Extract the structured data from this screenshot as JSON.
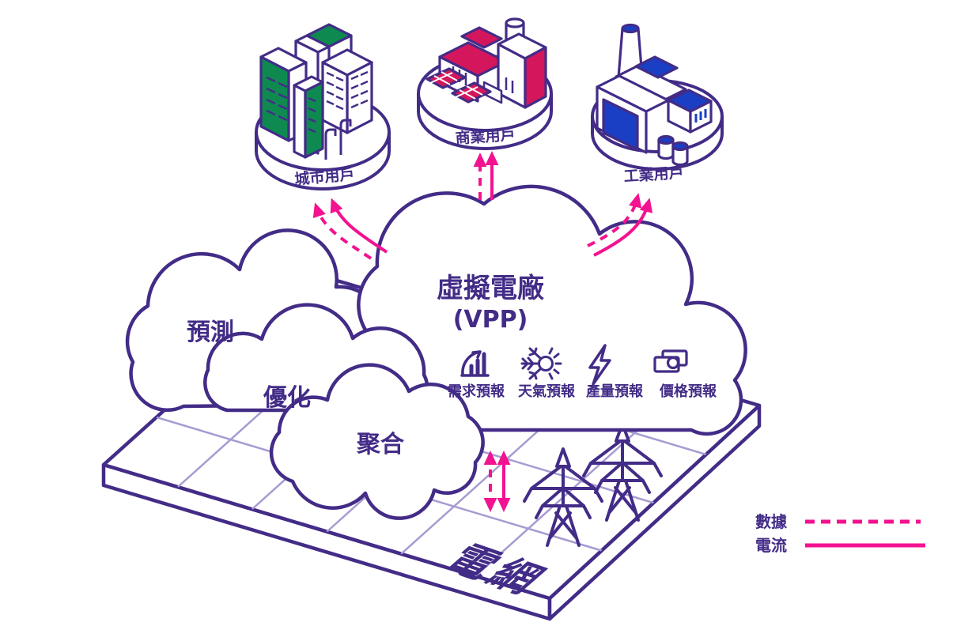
{
  "diagram": {
    "vpp": {
      "title": "虛擬電廠",
      "subtitle": "(VPP)",
      "services": [
        {
          "label": "需求預報",
          "icon": "demand-forecast-icon"
        },
        {
          "label": "天氣預報",
          "icon": "weather-forecast-icon"
        },
        {
          "label": "產量預報",
          "icon": "output-forecast-icon"
        },
        {
          "label": "價格預報",
          "icon": "price-forecast-icon"
        }
      ]
    },
    "consumers": [
      {
        "label": "城市用戶",
        "accent": "#0E8A50"
      },
      {
        "label": "商業用戶",
        "accent": "#D4175C"
      },
      {
        "label": "工業用戶",
        "accent": "#1A3FC4"
      }
    ],
    "process_clouds": [
      {
        "label": "預測"
      },
      {
        "label": "優化"
      },
      {
        "label": "聚合"
      }
    ],
    "grid": {
      "label": "電網"
    },
    "legend": {
      "items": [
        {
          "label": "數據",
          "line_style": "dashed"
        },
        {
          "label": "電流",
          "line_style": "solid"
        }
      ]
    },
    "colors": {
      "outline_purple": "#432C87",
      "grid_lavender": "#A79BD2",
      "flow_pink": "#F3128F",
      "city_green": "#0E8A50",
      "commercial_crimson": "#D4175C",
      "industrial_blue": "#1A3FC4"
    }
  }
}
